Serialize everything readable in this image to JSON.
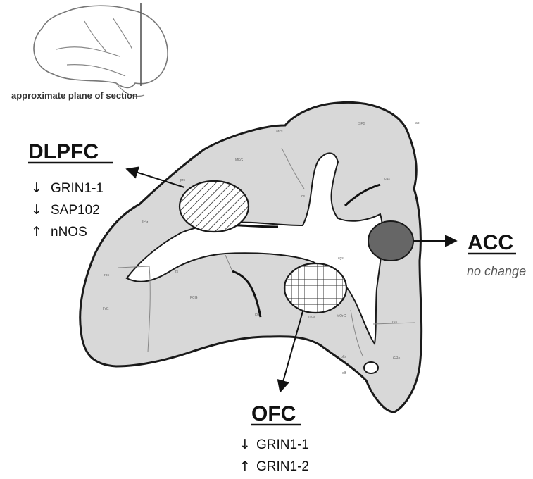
{
  "inset": {
    "caption": "approximate plane of section"
  },
  "regions": {
    "dlpfc": {
      "title": "DLPFC",
      "findings": [
        {
          "arrow": "↓",
          "gene": "GRIN1-1"
        },
        {
          "arrow": "↓",
          "gene": "SAP102"
        },
        {
          "arrow": "↑",
          "gene": "nNOS"
        }
      ]
    },
    "acc": {
      "title": "ACC",
      "note": "no change"
    },
    "ofc": {
      "title": "OFC",
      "findings": [
        {
          "arrow": "↓",
          "gene": "GRIN1-1"
        },
        {
          "arrow": "↑",
          "gene": "GRIN1-2"
        }
      ]
    }
  },
  "section_labels": {
    "arcs": "arcs",
    "sfg": "SFG",
    "mfg": "MFG",
    "prs": "prs",
    "ifg": "IFG",
    "ifs": "ifs",
    "mos": "mos",
    "cs": "cs",
    "cgs": "cgs",
    "cgs2": "cgs",
    "ifs2": "ifs",
    "fcg": "FCG",
    "lors": "los",
    "mos2": "mos",
    "mog": "MOrG",
    "frg": "FrG",
    "ros": "ros",
    "ros2": "ros",
    "olfs": "olfs",
    "olf": "olf",
    "gre": "GRe",
    "ml": "ml",
    "ab": "ab"
  },
  "colors": {
    "tissue_fill": "#d8d8d8",
    "tissue_outline": "#1a1a1a",
    "acc_fill": "#666666",
    "background": "#ffffff"
  }
}
